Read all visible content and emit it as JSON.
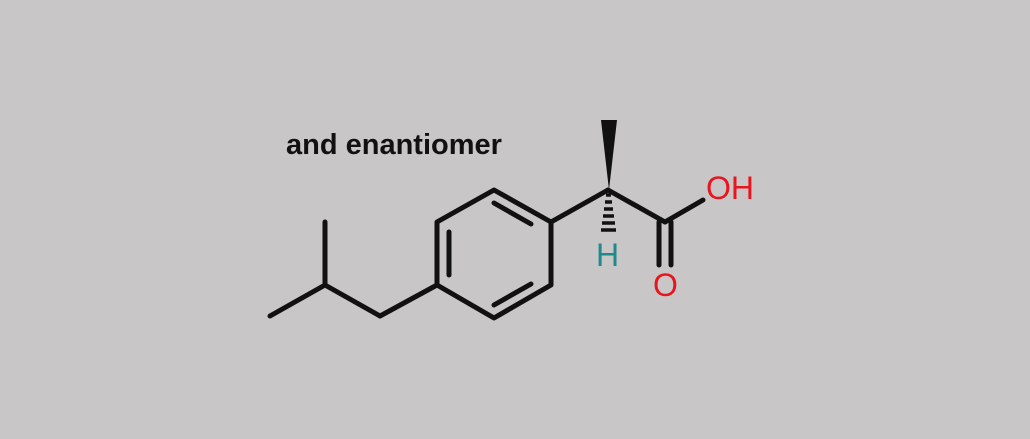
{
  "annotation": {
    "text": "and enantiomer"
  },
  "atoms": {
    "hydroxyl": "OH",
    "carbonyl_oxygen": "O",
    "stereo_hydrogen": "H"
  },
  "colors": {
    "background": "#c8c6c6",
    "bond": "#111111",
    "oxygen": "#e8141e",
    "hydrogen": "#1e8a8c",
    "text": "#111111"
  }
}
